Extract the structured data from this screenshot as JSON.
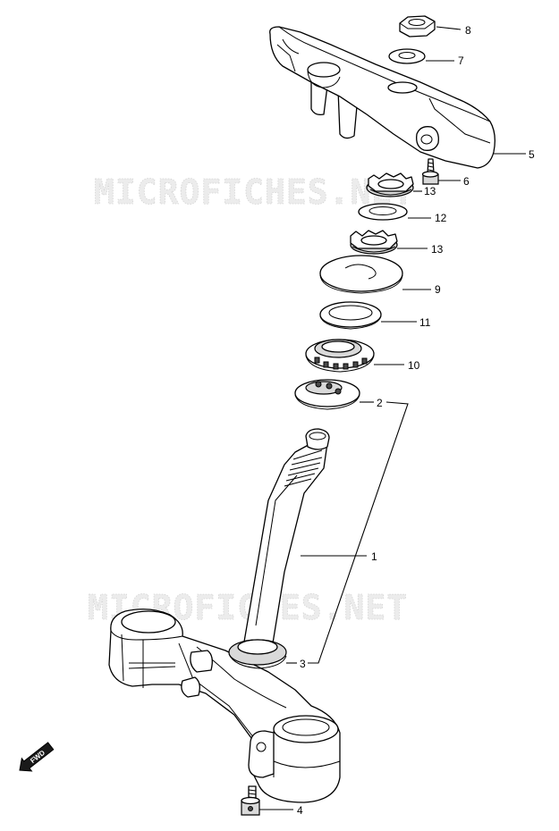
{
  "watermark": {
    "text": "MICROFICHES.NET"
  },
  "direction_badge": {
    "label": "FWD"
  },
  "callouts": [
    {
      "id": "1",
      "label": "1"
    },
    {
      "id": "2",
      "label": "2"
    },
    {
      "id": "3",
      "label": "3"
    },
    {
      "id": "4",
      "label": "4"
    },
    {
      "id": "5",
      "label": "5"
    },
    {
      "id": "6",
      "label": "6"
    },
    {
      "id": "7",
      "label": "7"
    },
    {
      "id": "8",
      "label": "8"
    },
    {
      "id": "9",
      "label": "9"
    },
    {
      "id": "10",
      "label": "10"
    },
    {
      "id": "11",
      "label": "11"
    },
    {
      "id": "12",
      "label": "12"
    },
    {
      "id": "13a",
      "label": "13"
    },
    {
      "id": "13b",
      "label": "13"
    }
  ]
}
